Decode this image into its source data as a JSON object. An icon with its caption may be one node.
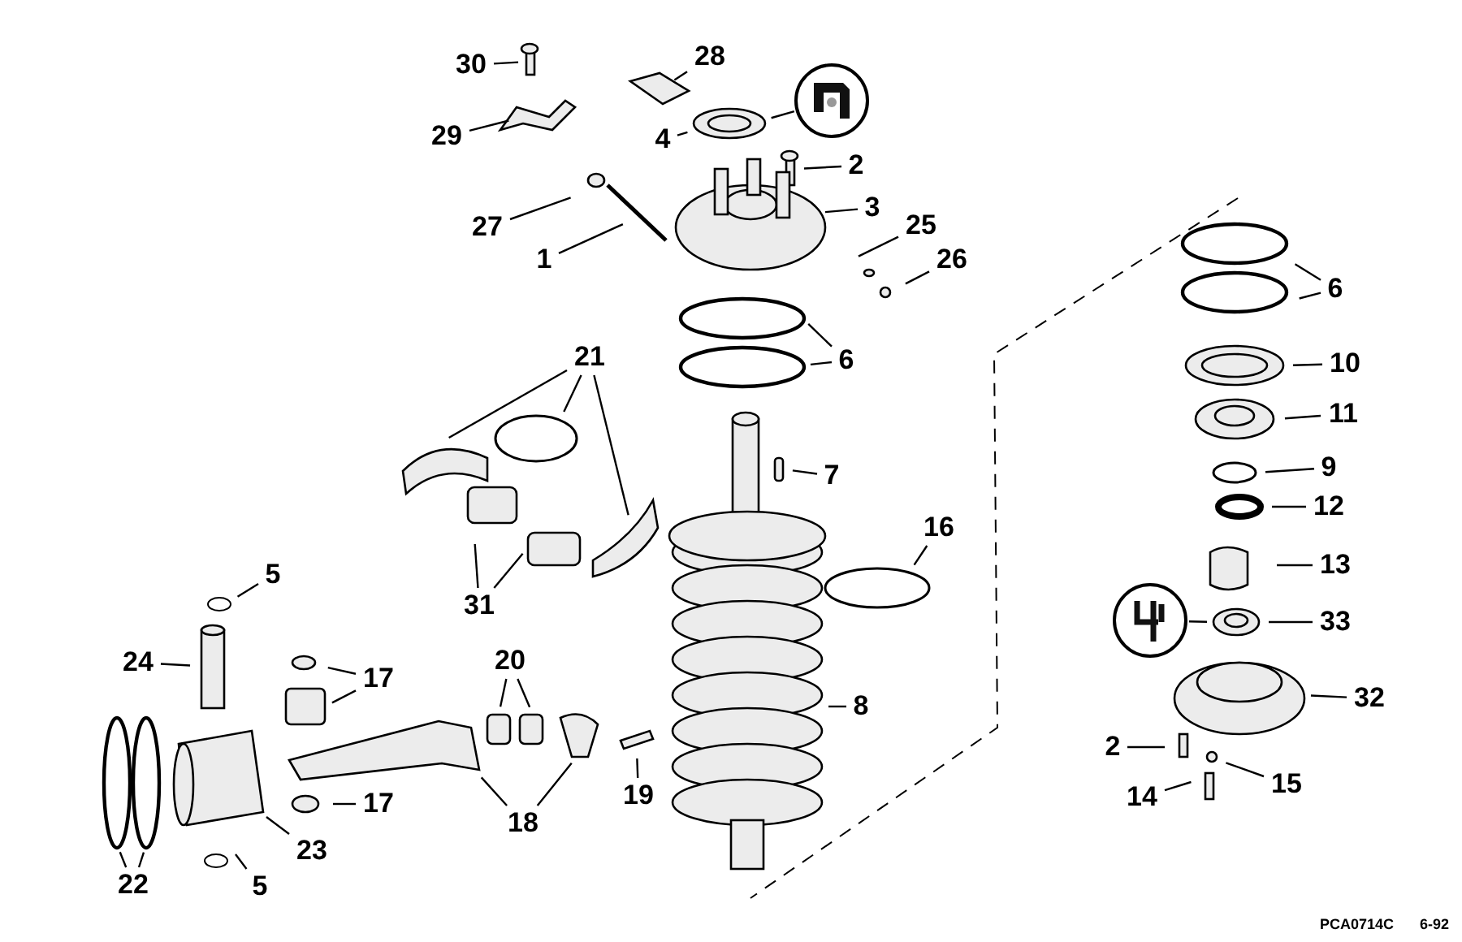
{
  "diagram": {
    "nodes": [
      {
        "text": [
          "30"
        ]
      },
      {
        "text": [
          "28"
        ]
      },
      {
        "text": [
          "29"
        ]
      },
      {
        "text": [
          "4"
        ]
      },
      {
        "text": [],
        "shape": "picture"
      },
      {
        "text": [
          "2"
        ]
      },
      {
        "text": [
          "27"
        ]
      },
      {
        "text": [
          "3"
        ]
      },
      {
        "text": [
          "1"
        ]
      },
      {
        "text": [
          "25"
        ]
      },
      {
        "text": [
          "26"
        ]
      },
      {
        "text": [
          "6"
        ]
      },
      {
        "text": [
          "21"
        ]
      },
      {
        "text": [
          "7"
        ]
      },
      {
        "text": [
          "16"
        ]
      },
      {
        "text": [
          "31"
        ]
      },
      {
        "text": [
          "5"
        ]
      },
      {
        "text": [
          "24"
        ]
      },
      {
        "text": [
          "17"
        ]
      },
      {
        "text": [
          "20"
        ]
      },
      {
        "text": [
          "8"
        ]
      },
      {
        "text": [
          "19"
        ]
      },
      {
        "text": [
          "17"
        ]
      },
      {
        "text": [
          "18"
        ]
      },
      {
        "text": [
          "23"
        ]
      },
      {
        "text": [
          "5"
        ]
      },
      {
        "text": [
          "22"
        ]
      },
      {
        "text": [
          "6"
        ]
      },
      {
        "text": [
          "10"
        ]
      },
      {
        "text": [
          "11"
        ]
      },
      {
        "text": [
          "9"
        ]
      },
      {
        "text": [
          "12"
        ]
      },
      {
        "text": [
          "13"
        ]
      },
      {
        "text": [
          "33"
        ]
      },
      {
        "text": [],
        "shape": "picture"
      },
      {
        "text": [
          "32"
        ]
      },
      {
        "text": [
          "2"
        ]
      },
      {
        "text": [
          "14"
        ]
      },
      {
        "text": [
          "15"
        ]
      }
    ],
    "edges": [
      {
        "from": 0,
        "to": null,
        "arrow": "none"
      },
      {
        "from": 1,
        "to": null,
        "arrow": "none"
      },
      {
        "from": 2,
        "to": null,
        "arrow": "none"
      },
      {
        "from": 3,
        "to": null,
        "arrow": "none"
      },
      {
        "from": 4,
        "to": null,
        "arrow": "none"
      },
      {
        "from": 5,
        "to": null,
        "arrow": "none"
      },
      {
        "from": 6,
        "to": null,
        "arrow": "none"
      },
      {
        "from": 7,
        "to": null,
        "arrow": "none"
      },
      {
        "from": 8,
        "to": null,
        "arrow": "none"
      },
      {
        "from": 9,
        "to": null,
        "arrow": "none"
      },
      {
        "from": 10,
        "to": null,
        "arrow": "none"
      },
      {
        "from": 11,
        "to": null,
        "arrow": "none"
      },
      {
        "from": 11,
        "to": null,
        "arrow": "none"
      },
      {
        "from": 12,
        "to": null,
        "arrow": "none"
      },
      {
        "from": 12,
        "to": null,
        "arrow": "none"
      },
      {
        "from": 12,
        "to": null,
        "arrow": "none"
      },
      {
        "from": 13,
        "to": null,
        "arrow": "none"
      },
      {
        "from": 14,
        "to": null,
        "arrow": "none"
      },
      {
        "from": 15,
        "to": null,
        "arrow": "none"
      },
      {
        "from": 15,
        "to": null,
        "arrow": "none"
      },
      {
        "from": 16,
        "to": null,
        "arrow": "none"
      },
      {
        "from": 17,
        "to": null,
        "arrow": "none"
      },
      {
        "from": 18,
        "to": null,
        "arrow": "none"
      },
      {
        "from": 18,
        "to": null,
        "arrow": "none"
      },
      {
        "from": 19,
        "to": null,
        "arrow": "none"
      },
      {
        "from": 19,
        "to": null,
        "arrow": "none"
      },
      {
        "from": 20,
        "to": null,
        "arrow": "none"
      },
      {
        "from": 21,
        "to": null,
        "arrow": "none"
      },
      {
        "from": 22,
        "to": null,
        "arrow": "none"
      },
      {
        "from": 23,
        "to": null,
        "arrow": "none"
      },
      {
        "from": 23,
        "to": null,
        "arrow": "none"
      },
      {
        "from": 24,
        "to": null,
        "arrow": "none"
      },
      {
        "from": 25,
        "to": null,
        "arrow": "none"
      },
      {
        "from": 26,
        "to": null,
        "arrow": "none"
      },
      {
        "from": 26,
        "to": null,
        "arrow": "none"
      },
      {
        "from": 27,
        "to": null,
        "arrow": "none"
      },
      {
        "from": 27,
        "to": null,
        "arrow": "none"
      },
      {
        "from": 28,
        "to": null,
        "arrow": "none"
      },
      {
        "from": 29,
        "to": null,
        "arrow": "none"
      },
      {
        "from": 30,
        "to": null,
        "arrow": "none"
      },
      {
        "from": 31,
        "to": null,
        "arrow": "none"
      },
      {
        "from": 32,
        "to": null,
        "arrow": "none"
      },
      {
        "from": 33,
        "to": null,
        "arrow": "none"
      },
      {
        "from": 34,
        "to": null,
        "arrow": "none"
      },
      {
        "from": 35,
        "to": null,
        "arrow": "none"
      },
      {
        "from": 36,
        "to": null,
        "arrow": "none"
      },
      {
        "from": 37,
        "to": null,
        "arrow": "none"
      },
      {
        "from": 38,
        "to": null,
        "arrow": "none"
      }
    ],
    "labels": [
      "PCA0714C",
      "6-92"
    ]
  }
}
